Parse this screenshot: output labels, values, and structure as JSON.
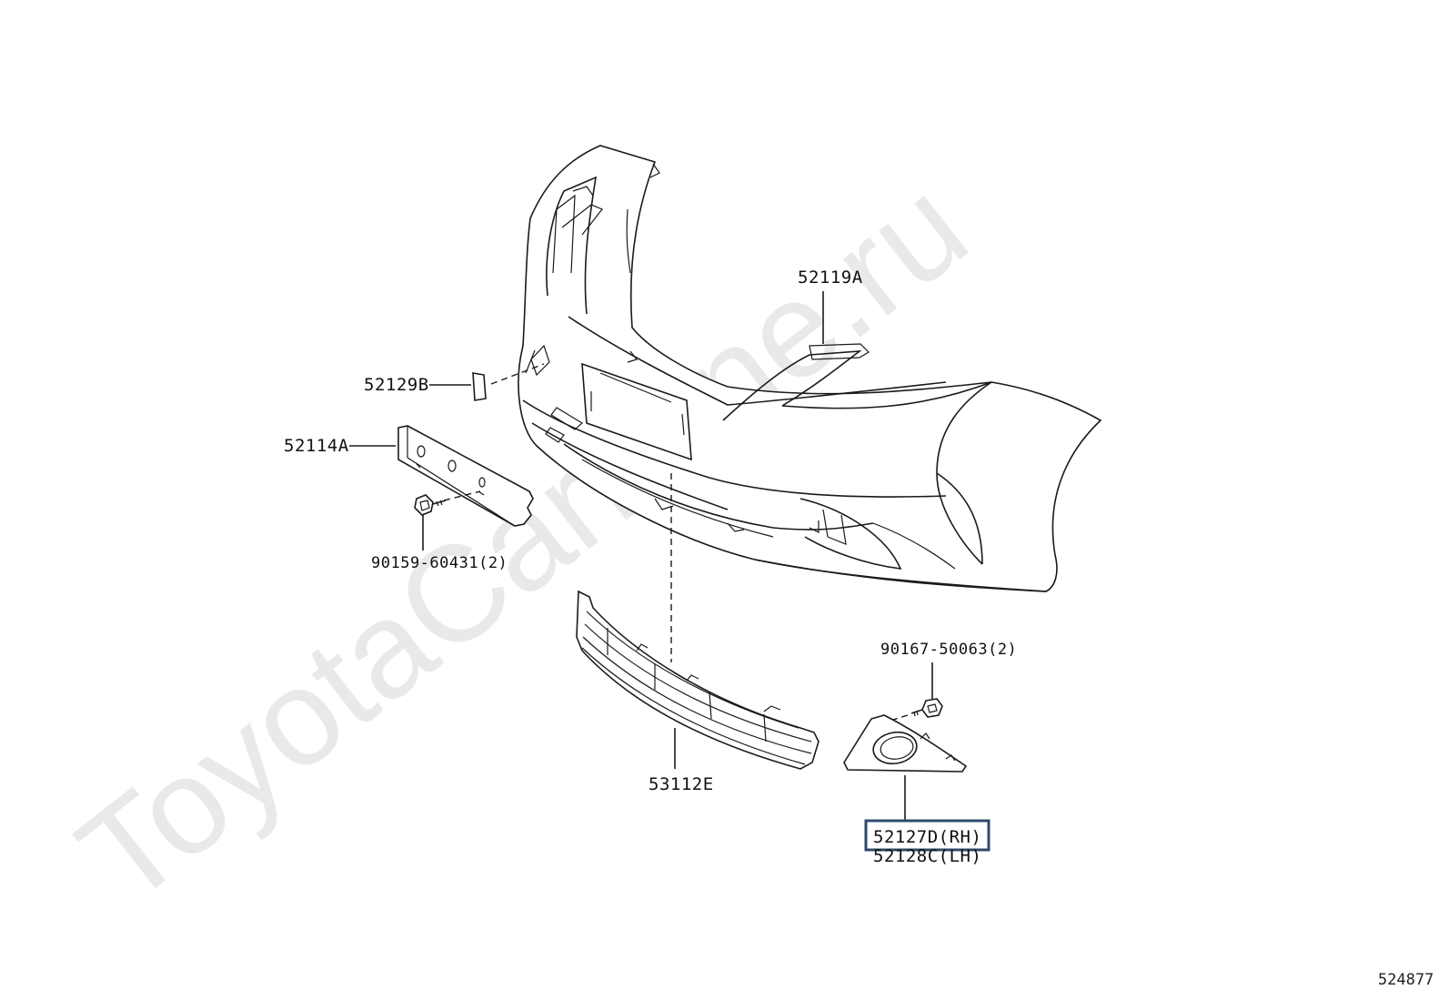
{
  "watermark": "ToyotaCarMine.ru",
  "diagram_id": "524877",
  "labels": {
    "part_52119A": "52119A",
    "part_52129B": "52129B",
    "part_52114A": "52114A",
    "part_90159": "90159-60431(2)",
    "part_90167": "90167-50063(2)",
    "part_53112E": "53112E",
    "part_52127D": "52127D(RH)",
    "part_52128C": "52128C(LH)"
  },
  "highlight": {
    "part": "52127D(RH)",
    "color": "#2d4a6a"
  }
}
